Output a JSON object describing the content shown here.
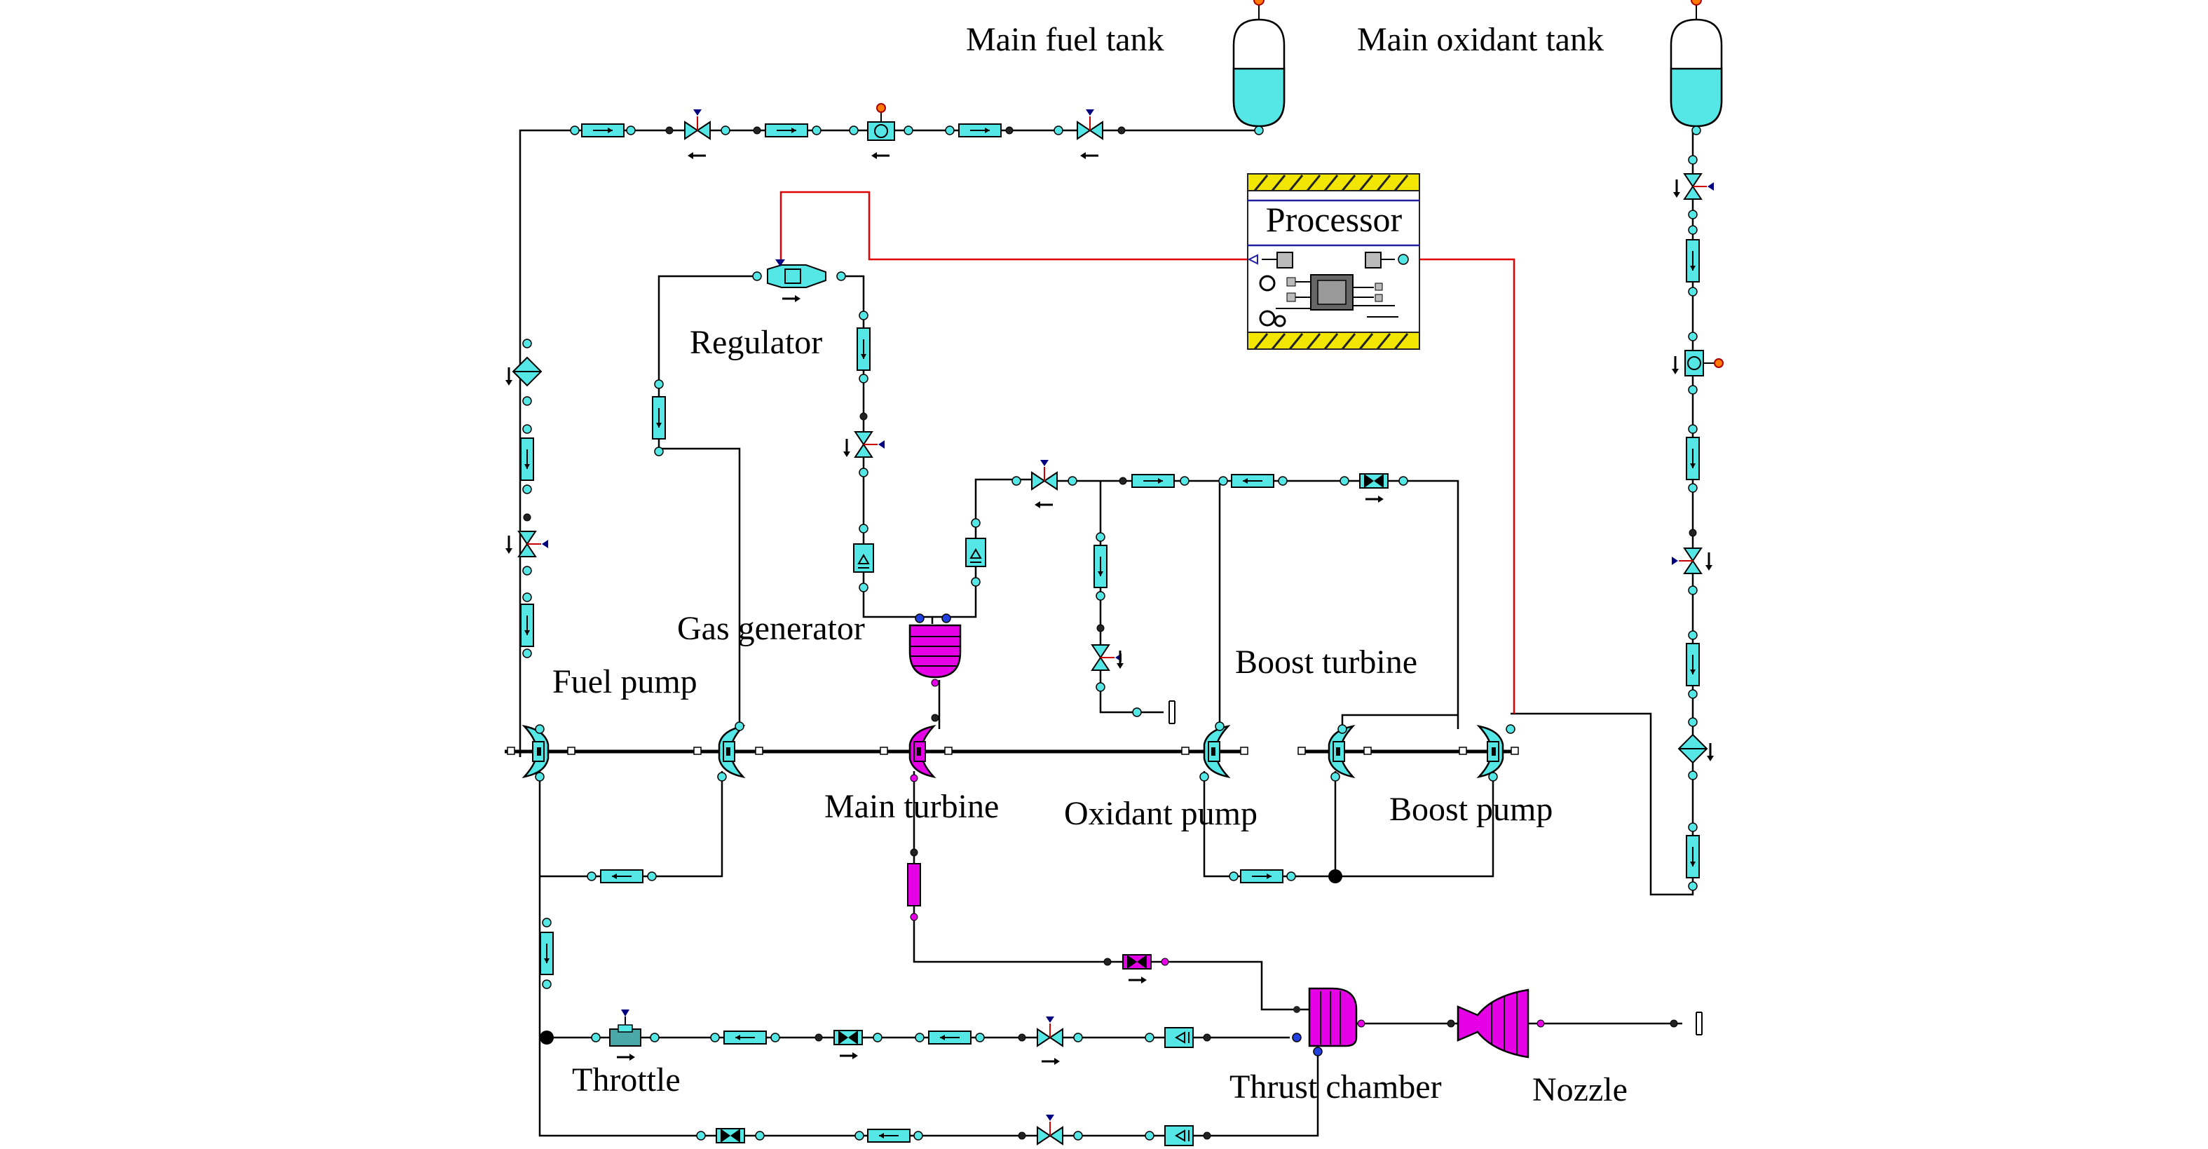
{
  "labels": {
    "main_fuel_tank": "Main fuel tank",
    "main_oxidant_tank": "Main oxidant tank",
    "processor": "Processor",
    "regulator": "Regulator",
    "gas_generator": "Gas generator",
    "fuel_pump": "Fuel pump",
    "boost_turbine": "Boost turbine",
    "main_turbine": "Main turbine",
    "oxidant_pump": "Oxidant pump",
    "boost_pump": "Boost pump",
    "throttle": "Throttle",
    "thrust_chamber": "Thrust chamber",
    "nozzle": "Nozzle"
  },
  "colors": {
    "component_fill": "#55e6e6",
    "hot_gas_fill": "#e600e6",
    "pipe": "#000000",
    "signal_line": "#e00000",
    "processor_stripe": "#f2e600",
    "processor_frame": "#2020a0",
    "valve_actuator": "#000080",
    "connector": "#55e6e6"
  }
}
